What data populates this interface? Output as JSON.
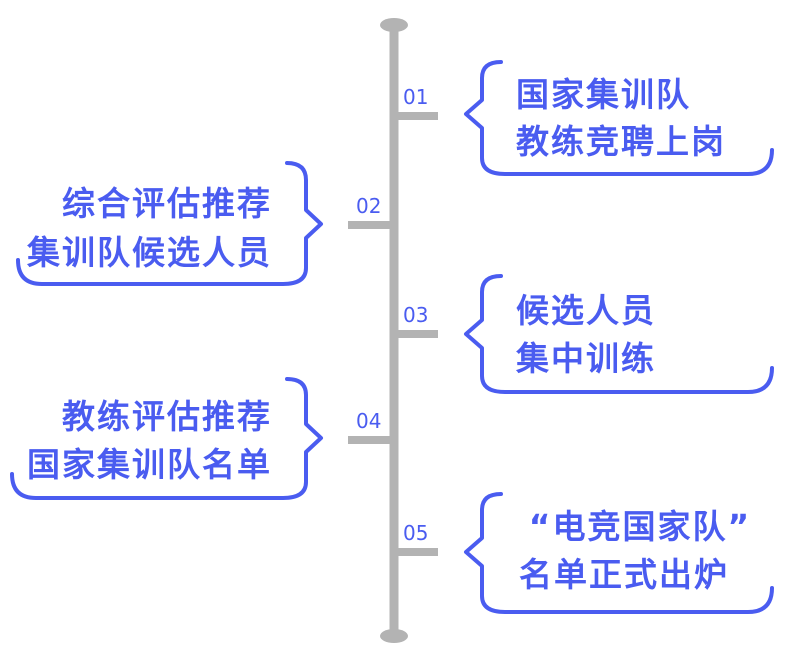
{
  "colors": {
    "accent": "#4a5cf0",
    "axis": "#b3b3b3",
    "background": "#ffffff"
  },
  "steps": [
    {
      "number": "01",
      "side": "right",
      "lines": [
        "国家集训队",
        "教练竞聘上岗"
      ]
    },
    {
      "number": "02",
      "side": "left",
      "lines": [
        "综合评估推荐",
        "集训队候选人员"
      ]
    },
    {
      "number": "03",
      "side": "right",
      "lines": [
        "候选人员",
        "集中训练"
      ]
    },
    {
      "number": "04",
      "side": "left",
      "lines": [
        "教练评估推荐",
        "国家集训队名单"
      ]
    },
    {
      "number": "05",
      "side": "right",
      "lines": [
        "“电竞国家队”",
        "名单正式出炉"
      ]
    }
  ]
}
